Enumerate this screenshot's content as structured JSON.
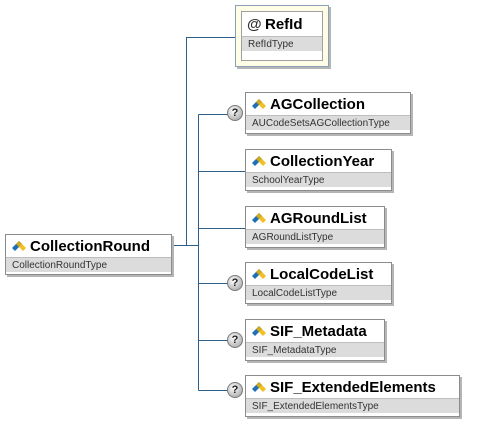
{
  "root": {
    "name": "CollectionRound",
    "type": "CollectionRoundType"
  },
  "attribute": {
    "name": "RefId",
    "type": "RefIdType",
    "icon": "at-icon"
  },
  "elements": [
    {
      "name": "AGCollection",
      "type": "AUCodeSetsAGCollectionType",
      "optional": true
    },
    {
      "name": "CollectionYear",
      "type": "SchoolYearType",
      "optional": false
    },
    {
      "name": "AGRoundList",
      "type": "AGRoundListType",
      "optional": false
    },
    {
      "name": "LocalCodeList",
      "type": "LocalCodeListType",
      "optional": true
    },
    {
      "name": "SIF_Metadata",
      "type": "SIF_MetadataType",
      "optional": true
    },
    {
      "name": "SIF_ExtendedElements",
      "type": "SIF_ExtendedElementsType",
      "optional": true
    }
  ],
  "optional_badge": "?",
  "colors": {
    "connector": "#2b5f8a",
    "element_icon_blue": "#1e6fb8",
    "element_icon_yellow": "#f0b400",
    "type_band": "#dcdcdc",
    "attribute_background": "#fffde6"
  }
}
